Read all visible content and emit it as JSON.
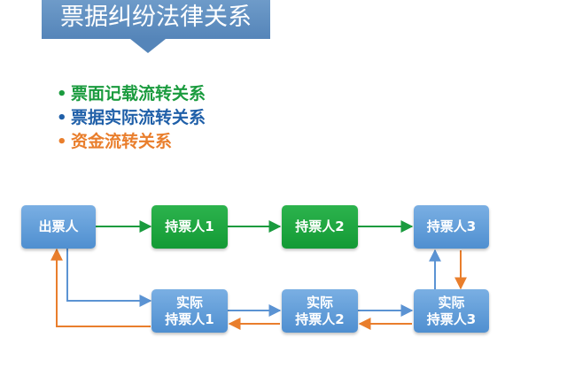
{
  "title": "票据纠纷法律关系",
  "bullets": [
    {
      "text": "票面记载流转关系",
      "color": "#1a9b3e"
    },
    {
      "text": "票据实际流转关系",
      "color": "#1f5fa8"
    },
    {
      "text": "资金流转关系",
      "color": "#e97e2c"
    }
  ],
  "nodes": {
    "issuer": {
      "label": "出票人"
    },
    "holder1": {
      "label": "持票人1"
    },
    "holder2": {
      "label": "持票人2"
    },
    "holder3": {
      "label": "持票人3"
    },
    "actual1": {
      "line1": "实际",
      "line2": "持票人1"
    },
    "actual2": {
      "line1": "实际",
      "line2": "持票人2"
    },
    "actual3": {
      "line1": "实际",
      "line2": "持票人3"
    }
  },
  "colors": {
    "face_flow": "#1a9b3e",
    "actual_flow": "#5b93d3",
    "fund_flow": "#e97e2c",
    "banner": "#5585b9",
    "node_blue": "#5b9bdb",
    "node_green": "#1aa640"
  }
}
